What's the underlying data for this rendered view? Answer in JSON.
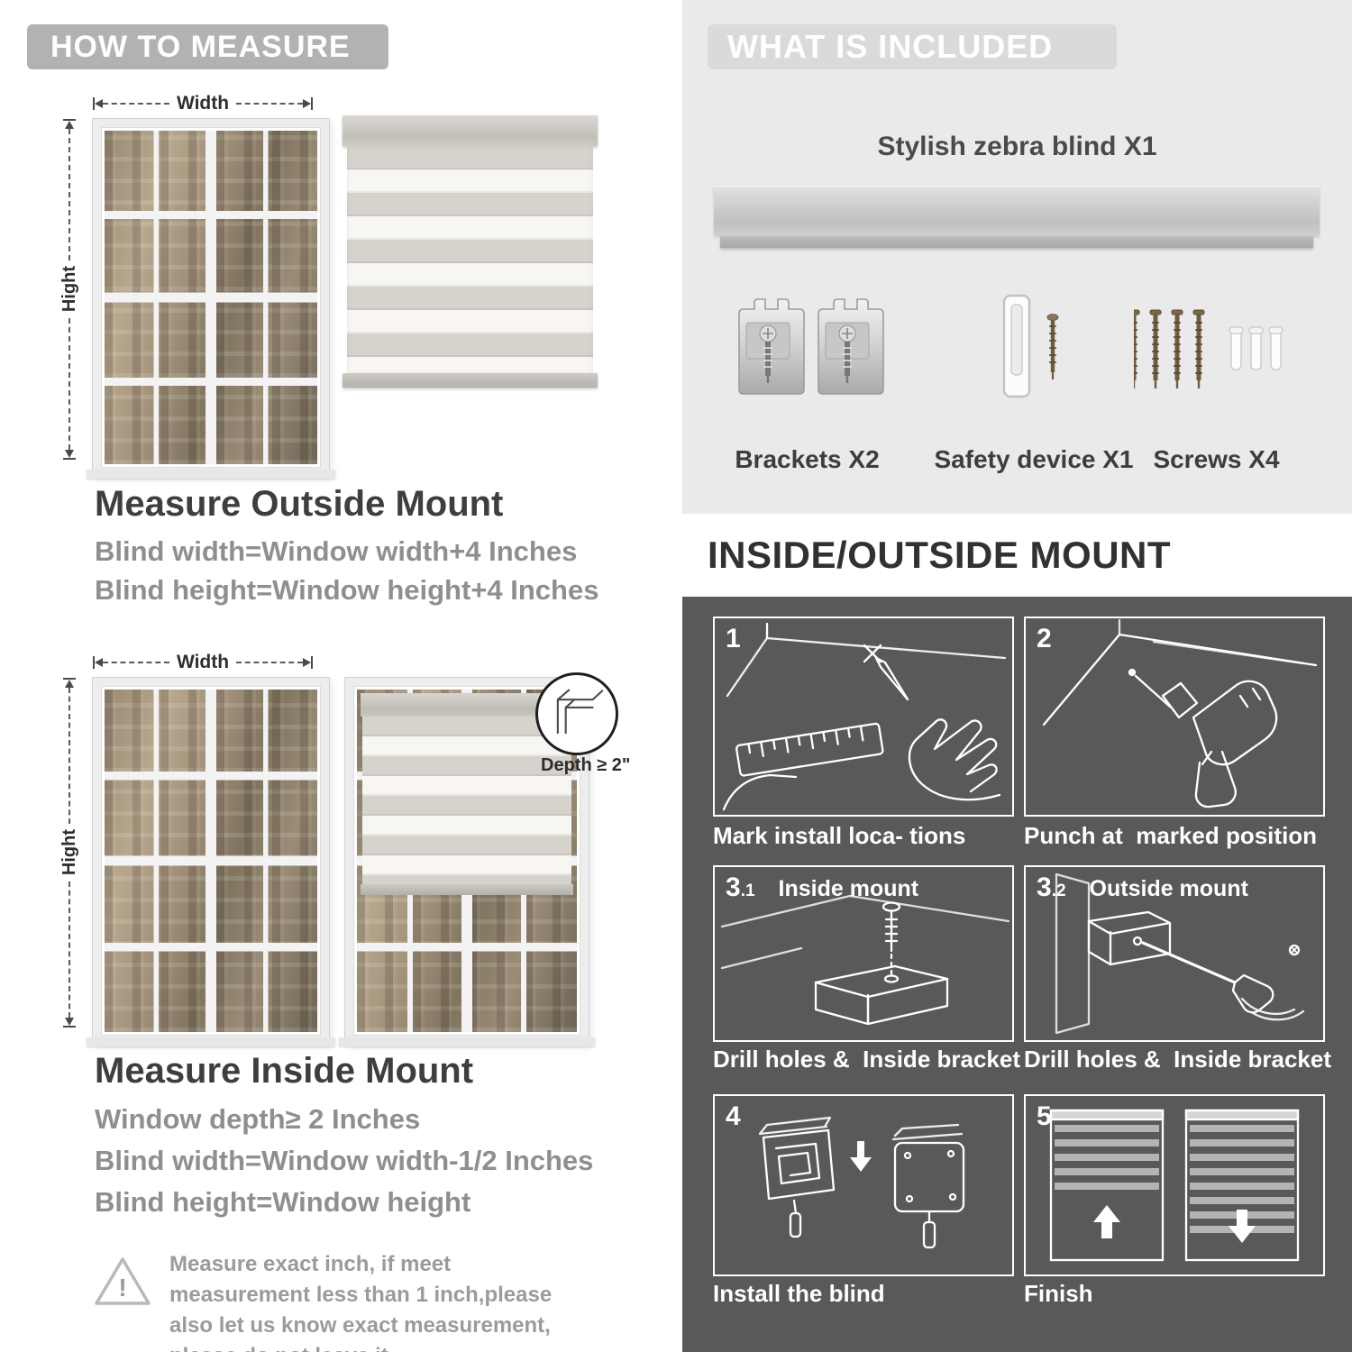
{
  "colors": {
    "header_pill": "#b2b2b2",
    "light_block_bg": "#eaeaea",
    "dark_block_bg": "#59595b",
    "heading_text": "#3e3e3e",
    "body_gray_text": "#8f8f8f"
  },
  "icons": {
    "warning": "exclamation-triangle-icon"
  },
  "left": {
    "header": "HOW TO MEASURE",
    "outside": {
      "width_label": "Width",
      "height_label": "Hight",
      "title": "Measure Outside Mount",
      "lines": [
        "Blind width=Window width+4 Inches",
        "Blind height=Window height+4 Inches"
      ]
    },
    "inside": {
      "width_label": "Width",
      "height_label": "Hight",
      "depth_label": "Depth ≥ 2\"",
      "title": "Measure Inside Mount",
      "lines": [
        "Window depth≥ 2 Inches",
        "Blind width=Window width-1/2 Inches",
        "Blind height=Window height"
      ]
    },
    "warning": {
      "mark": "!",
      "text": "Measure exact inch, if meet measurement less than 1 inch,please also let us know exact measurement, please do not leave it"
    }
  },
  "right": {
    "included": {
      "header": "WHAT IS INCLUDED",
      "blind_label": "Stylish zebra blind X1",
      "items": [
        {
          "label": "Brackets X2"
        },
        {
          "label": "Safety device X1"
        },
        {
          "label": "Screws X4"
        }
      ]
    },
    "mount": {
      "header": "INSIDE/OUTSIDE MOUNT",
      "steps": [
        {
          "num": "1",
          "caption": "Mark install loca- tions"
        },
        {
          "num": "2",
          "caption": "Punch at  marked position"
        },
        {
          "num": "3",
          "sub": ".1",
          "title": "Inside mount",
          "caption": "Drill holes &  Inside bracket"
        },
        {
          "num": "3",
          "sub": ".2",
          "title": "Outside mount",
          "caption": "Drill holes &  Inside bracket"
        },
        {
          "num": "4",
          "caption": "Install the blind"
        },
        {
          "num": "5",
          "caption": "Finish"
        }
      ]
    }
  }
}
